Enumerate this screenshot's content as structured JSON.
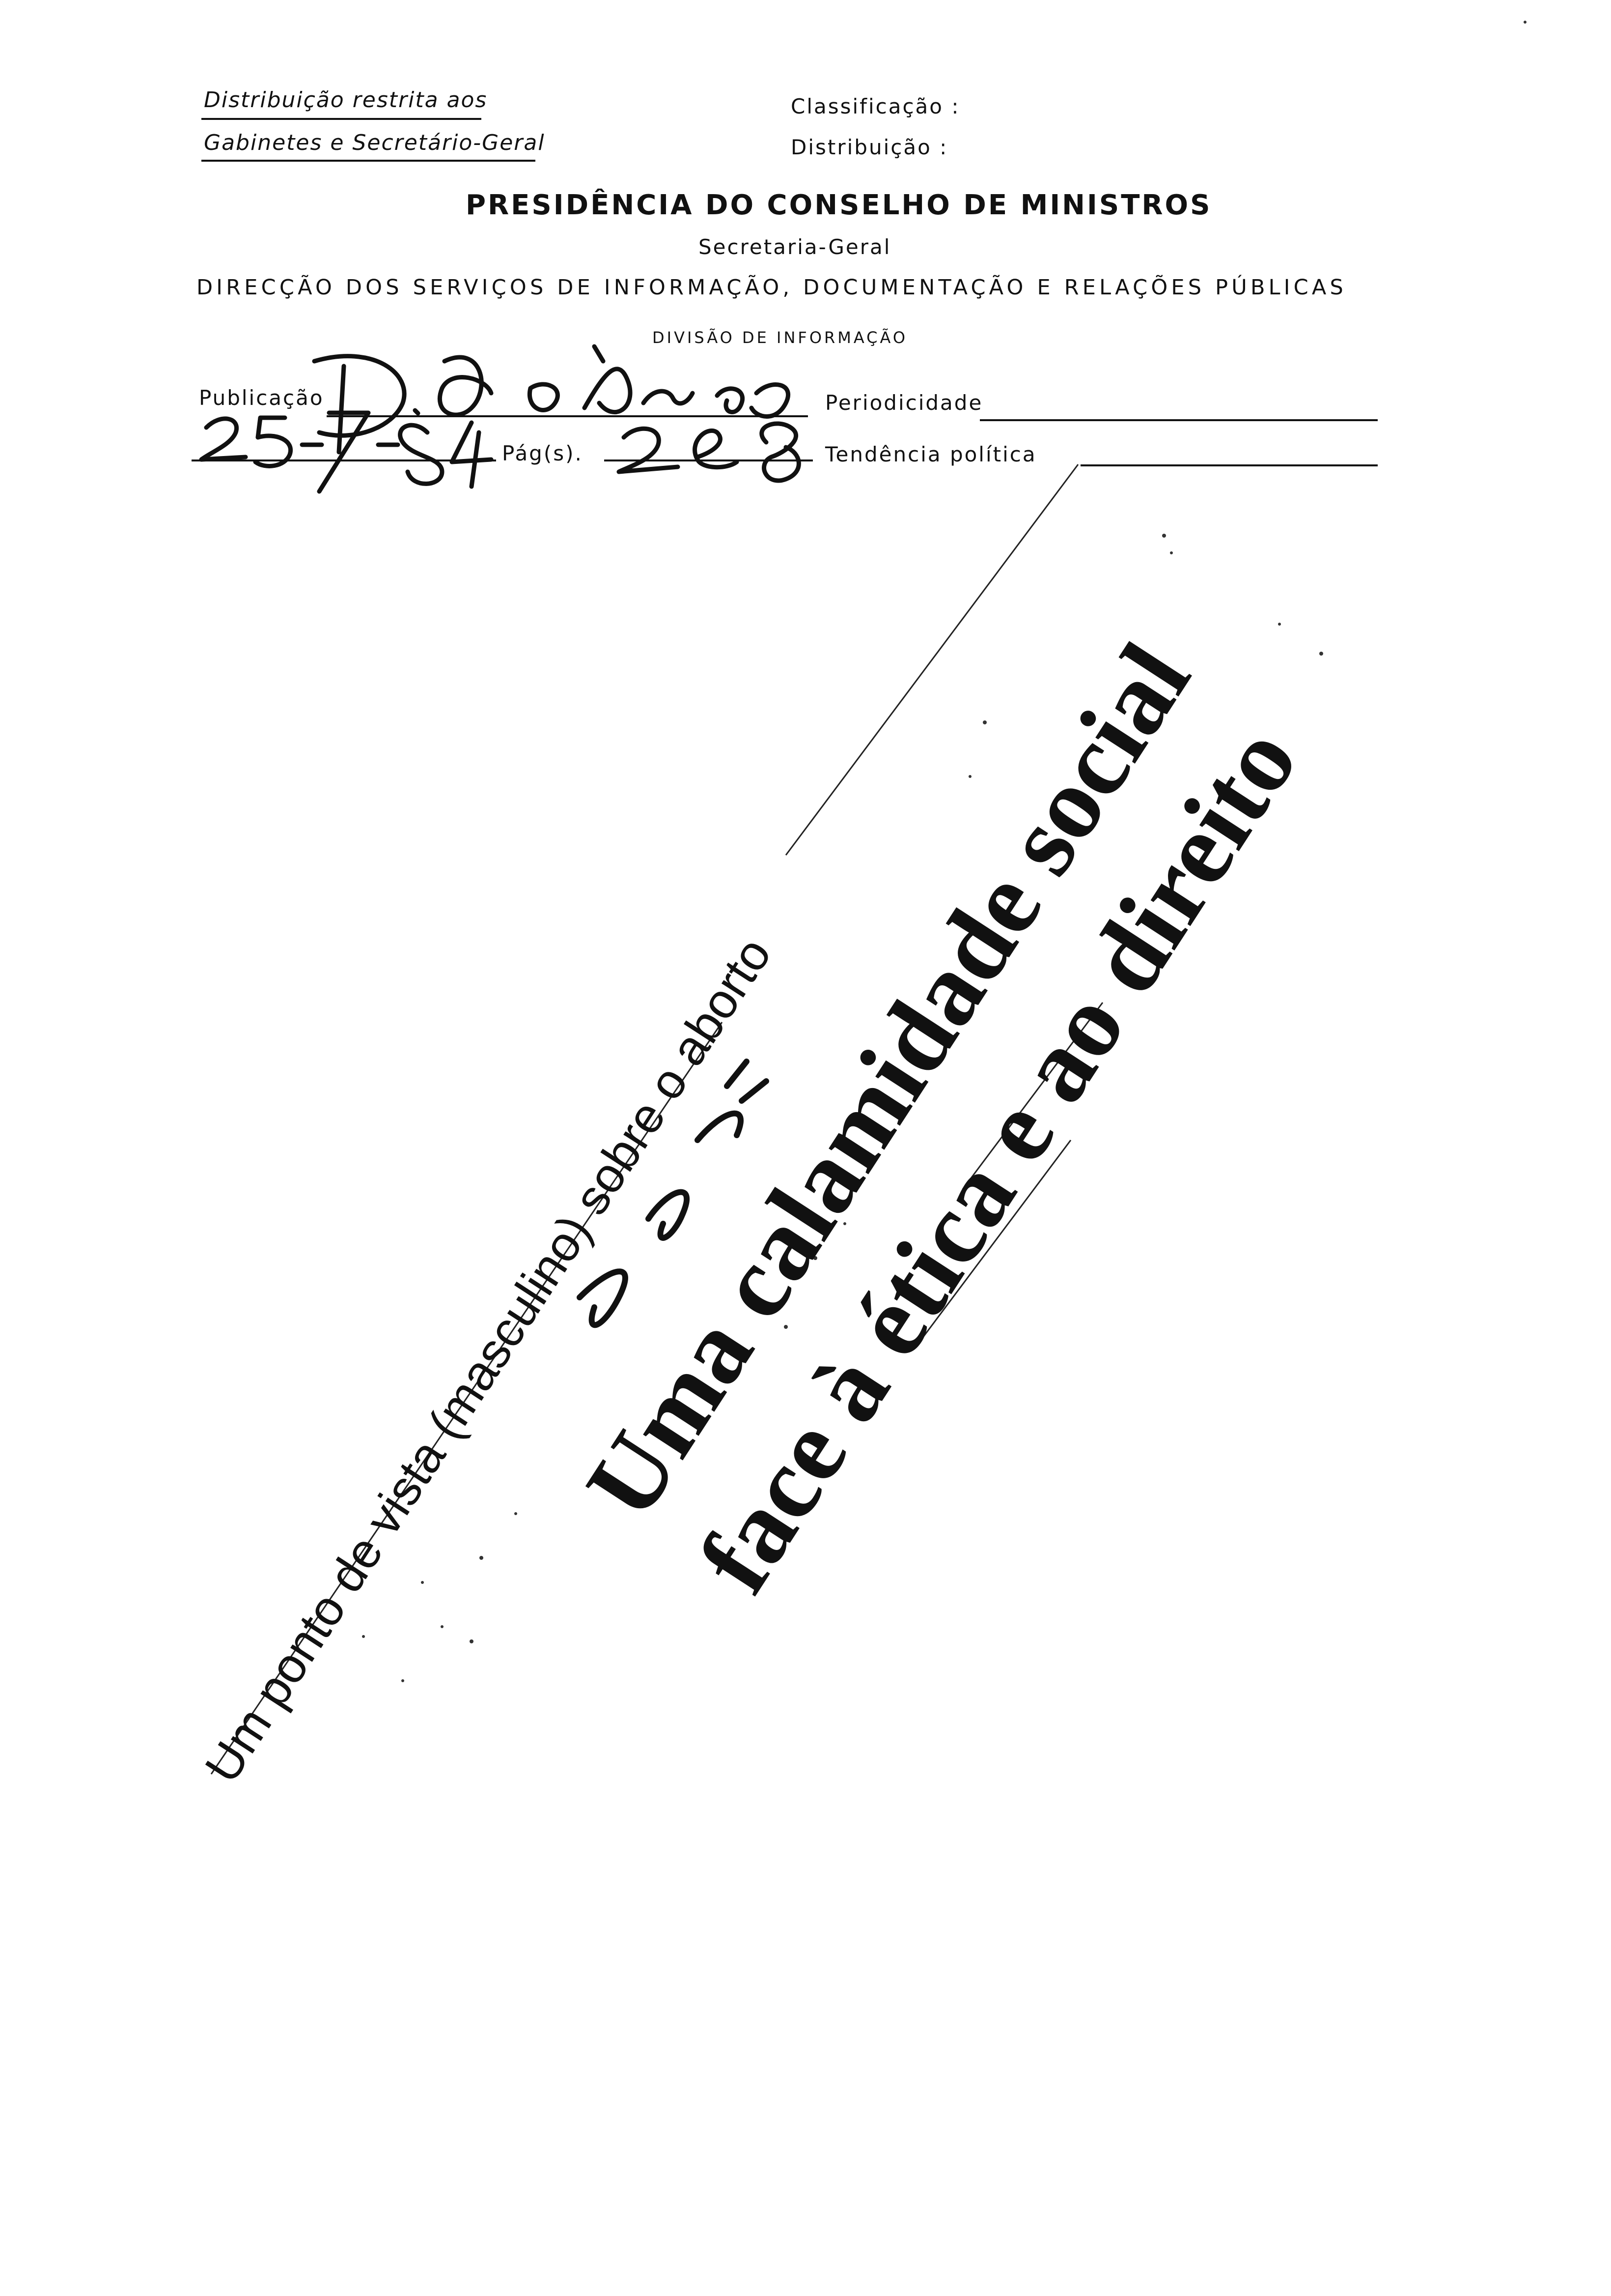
{
  "header": {
    "restricted_line1": "Distribuição restrita aos",
    "restricted_line2": "Gabinetes e Secretário-Geral",
    "classificacao_label": "Classificação :",
    "distribuicao_label": "Distribuição :"
  },
  "org": {
    "presidency": "PRESIDÊNCIA DO CONSELHO DE MINISTROS",
    "secretariat": "Secretaria-Geral",
    "direction": "DIRECÇÃO DOS SERVIÇOS DE INFORMAÇÃO, DOCUMENTAÇÃO E RELAÇÕES PÚBLICAS",
    "division": "DIVISÃO DE INFORMAÇÃO"
  },
  "form": {
    "publicacao_label": "Publicação",
    "periodicidade_label": "Periodicidade",
    "pags_label": "Pág(s).",
    "tendencia_label": "Tendência política"
  },
  "article": {
    "subtitle": "Um ponto de vista (masculino) sobre o aborto",
    "title_line1": "Uma calamidade social",
    "title_line2": "face à ética e ao direito"
  },
  "colors": {
    "ink": "#111111",
    "paper": "#ffffff"
  }
}
